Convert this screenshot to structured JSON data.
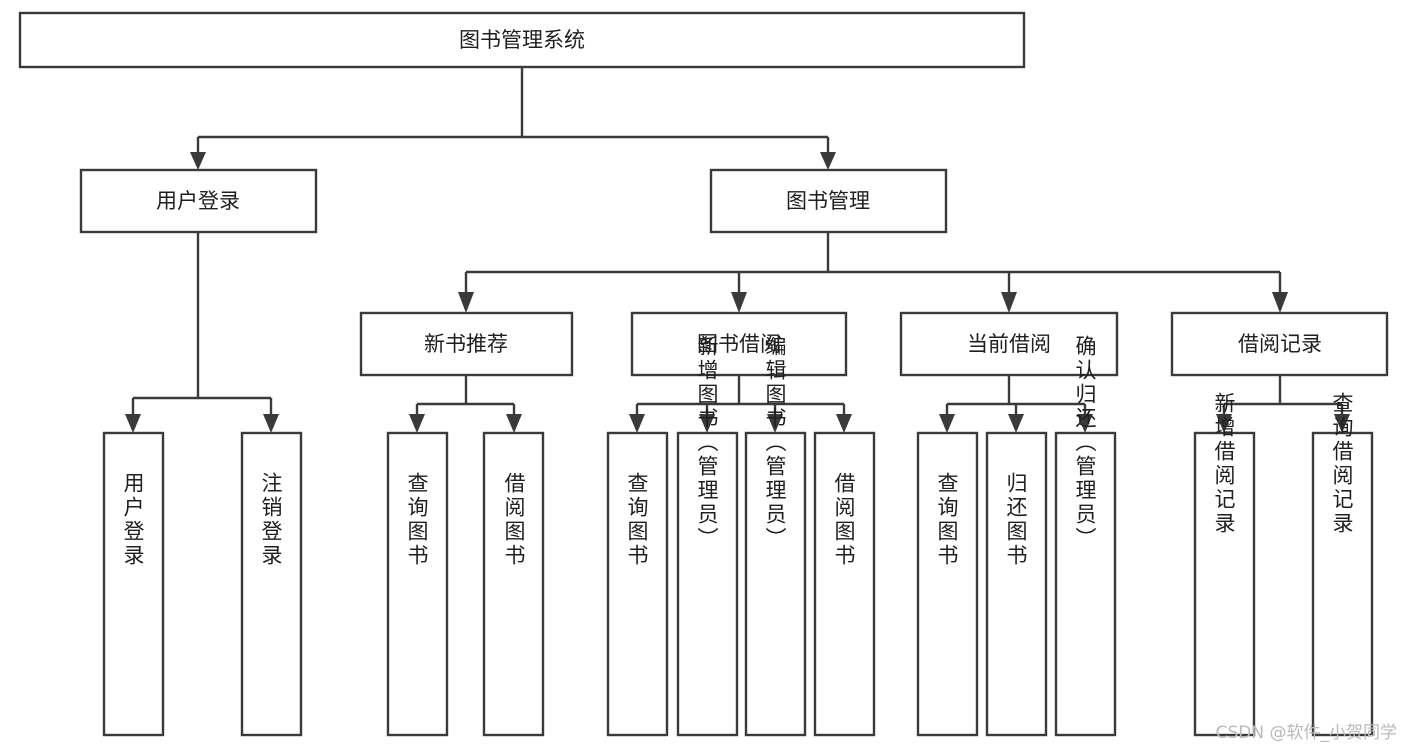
{
  "diagram": {
    "type": "tree-hierarchy-chart",
    "title": "图书管理系统",
    "watermark": "CSDN @软件_小贺同学",
    "colors": {
      "stroke": "#3a3a3a",
      "fill": "#ffffff",
      "text": "#1f1f1f",
      "watermark": "#b9b9b9",
      "background": "#ffffff"
    },
    "levels": [
      {
        "level": 1,
        "nodes": [
          {
            "id": "root",
            "label": "图书管理系统",
            "orientation": "horizontal"
          }
        ]
      },
      {
        "level": 2,
        "nodes": [
          {
            "id": "login",
            "label": "用户登录",
            "orientation": "horizontal",
            "parent": "root"
          },
          {
            "id": "bookmgmt",
            "label": "图书管理",
            "orientation": "horizontal",
            "parent": "root"
          }
        ]
      },
      {
        "level": 3,
        "nodes": [
          {
            "id": "newbook",
            "label": "新书推荐",
            "orientation": "horizontal",
            "parent": "bookmgmt"
          },
          {
            "id": "borrow",
            "label": "图书借阅",
            "orientation": "horizontal",
            "parent": "bookmgmt"
          },
          {
            "id": "current",
            "label": "当前借阅",
            "orientation": "horizontal",
            "parent": "bookmgmt"
          },
          {
            "id": "records",
            "label": "借阅记录",
            "orientation": "horizontal",
            "parent": "bookmgmt"
          }
        ]
      },
      {
        "level": 4,
        "nodes": [
          {
            "id": "leaf-1",
            "label": "用户登录",
            "orientation": "vertical",
            "parent": "login"
          },
          {
            "id": "leaf-2",
            "label": "注销登录",
            "orientation": "vertical",
            "parent": "login"
          },
          {
            "id": "leaf-3",
            "label": "查询图书",
            "orientation": "vertical",
            "parent": "newbook"
          },
          {
            "id": "leaf-4",
            "label": "借阅图书",
            "orientation": "vertical",
            "parent": "newbook"
          },
          {
            "id": "leaf-5",
            "label": "查询图书",
            "orientation": "vertical",
            "parent": "borrow"
          },
          {
            "id": "leaf-6",
            "label": "新增图书（管理员）",
            "orientation": "vertical",
            "parent": "borrow"
          },
          {
            "id": "leaf-7",
            "label": "编辑图书（管理员）",
            "orientation": "vertical",
            "parent": "borrow"
          },
          {
            "id": "leaf-8",
            "label": "借阅图书",
            "orientation": "vertical",
            "parent": "borrow"
          },
          {
            "id": "leaf-9",
            "label": "查询图书",
            "orientation": "vertical",
            "parent": "current"
          },
          {
            "id": "leaf-10",
            "label": "归还图书",
            "orientation": "vertical",
            "parent": "current"
          },
          {
            "id": "leaf-11",
            "label": "确认归还（管理员）",
            "orientation": "vertical",
            "parent": "current"
          },
          {
            "id": "leaf-12",
            "label": "新增借阅记录",
            "orientation": "vertical",
            "parent": "records"
          },
          {
            "id": "leaf-13",
            "label": "查询借阅记录",
            "orientation": "vertical",
            "parent": "records"
          }
        ]
      }
    ]
  }
}
